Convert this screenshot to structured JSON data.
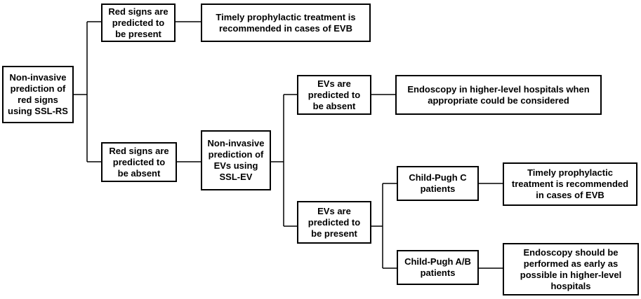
{
  "nodes": {
    "root": "Non-invasive\nprediction of\nred signs\nusing SSL-RS",
    "red_present": "Red signs are\npredicted to\nbe present",
    "timely_1": "Timely prophylactic treatment is\nrecommended in cases of EVB",
    "red_absent": "Red signs are\npredicted to\nbe absent",
    "ev_prediction": "Non-invasive\nprediction of\nEVs using\nSSL-EV",
    "ev_absent": "EVs are\npredicted to\nbe absent",
    "endoscopy_higher": "Endoscopy in higher-level hospitals when\nappropriate could be considered",
    "ev_present": "EVs are\npredicted to\nbe present",
    "child_pugh_c": "Child-Pugh C\npatients",
    "timely_2": "Timely prophylactic\ntreatment is recommended\nin cases of EVB",
    "child_pugh_ab": "Child-Pugh A/B\npatients",
    "endoscopy_early": "Endoscopy should be\nperformed as early as\npossible in higher-level\nhospitals"
  }
}
